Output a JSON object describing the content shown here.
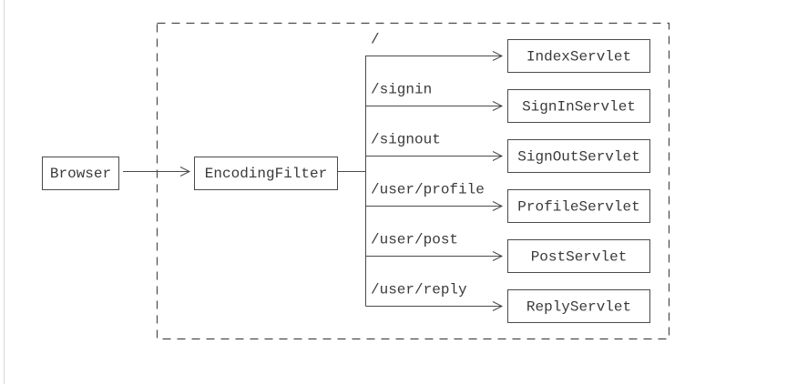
{
  "diagram": {
    "browser": "Browser",
    "filter": "EncodingFilter",
    "routes": [
      {
        "path": "/",
        "servlet": "IndexServlet"
      },
      {
        "path": "/signin",
        "servlet": "SignInServlet"
      },
      {
        "path": "/signout",
        "servlet": "SignOutServlet"
      },
      {
        "path": "/user/profile",
        "servlet": "ProfileServlet"
      },
      {
        "path": "/user/post",
        "servlet": "PostServlet"
      },
      {
        "path": "/user/reply",
        "servlet": "ReplyServlet"
      }
    ]
  }
}
